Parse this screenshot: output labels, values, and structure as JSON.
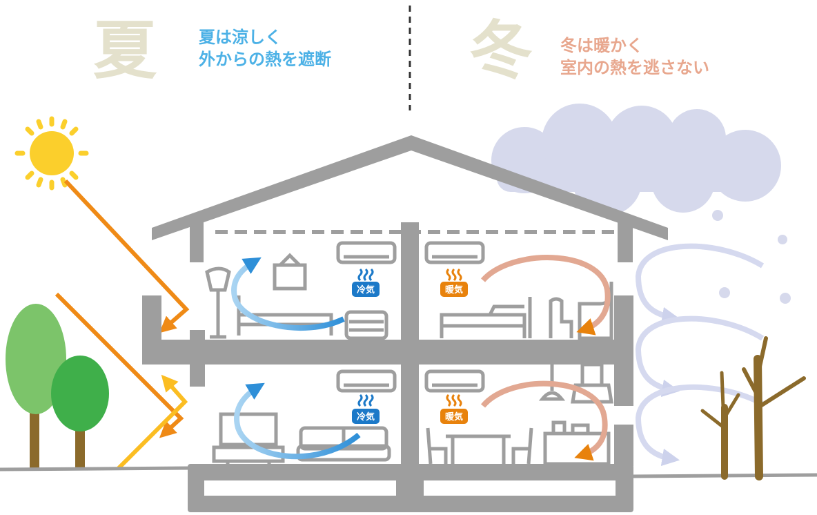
{
  "summer": {
    "kanji": "夏",
    "line1": "夏は涼しく",
    "line2": "外からの熱を遮断",
    "caption_color": "#4cb1e6"
  },
  "winter": {
    "kanji": "冬",
    "line1": "冬は暖かく",
    "line2": "室内の熱を逃さない",
    "caption_color": "#e8a78e"
  },
  "tags": {
    "cool_air": "冷気",
    "warm_air": "暖気"
  },
  "colors": {
    "house_gray": "#9e9e9e",
    "cool_tag": "#1c79c8",
    "warm_tag": "#e8820c",
    "sun": "#fbcf2c",
    "sunlight_arrow": "#ef8a16",
    "cloud": "#d6d9ec",
    "tree_green_light": "#7cc46a",
    "tree_green_dark": "#3faf4a",
    "tree_trunk": "#8b6a2b"
  }
}
